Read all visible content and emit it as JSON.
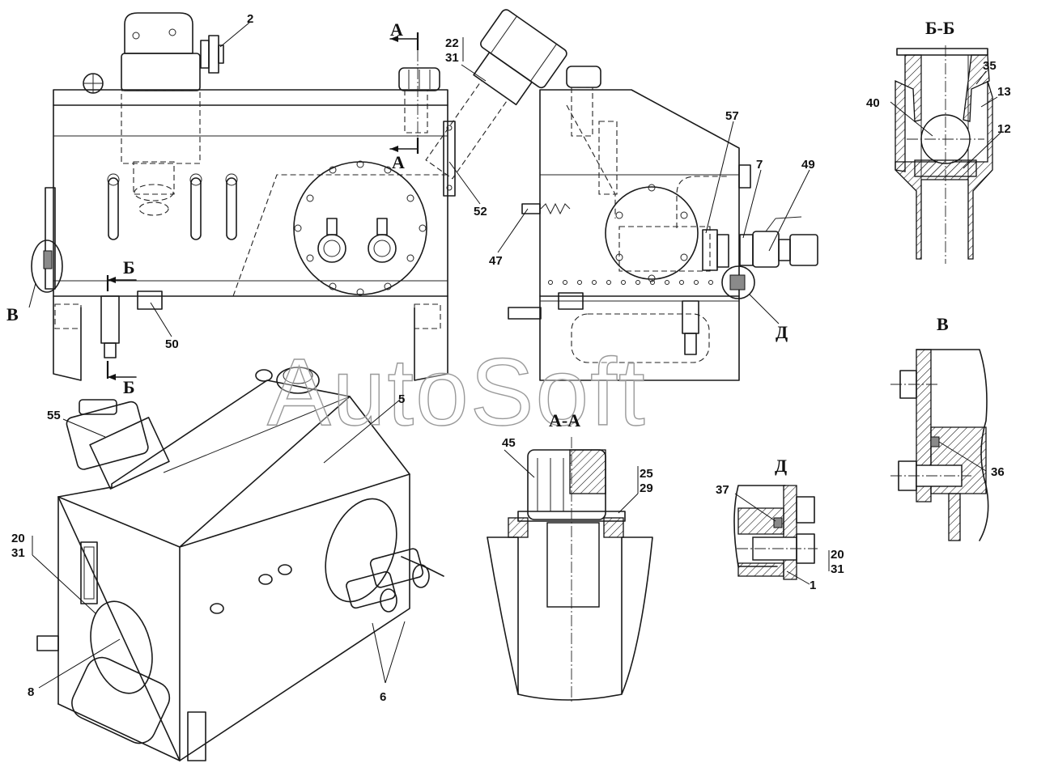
{
  "watermark": "AutoSoft",
  "section_titles": {
    "bb": "Б-Б",
    "aa": "А-А",
    "v": "В",
    "d": "Д"
  },
  "section_marks": {
    "a_top": "А",
    "a_bottom": "А",
    "b_top": "Б",
    "b_bottom": "Б",
    "v_callout": "В",
    "d_callout": "Д"
  },
  "callouts": {
    "p2": "2",
    "p22": "22",
    "p31a": "31",
    "p35": "35",
    "p13": "13",
    "p40": "40",
    "p12": "12",
    "p57": "57",
    "p7": "7",
    "p49": "49",
    "p52": "52",
    "p47": "47",
    "p50": "50",
    "p5": "5",
    "p55": "55",
    "p45": "45",
    "p25": "25",
    "p29": "29",
    "p36": "36",
    "p37": "37",
    "p20a": "20",
    "p31b": "31",
    "p1": "1",
    "p20b": "20",
    "p31c": "31",
    "p8": "8",
    "p6": "6"
  }
}
